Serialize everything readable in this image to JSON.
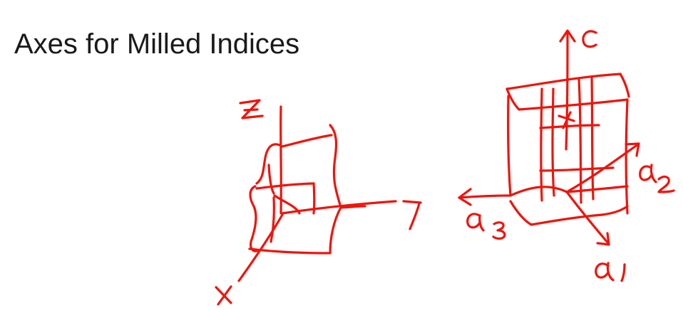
{
  "slide": {
    "title": "Axes for Milled Indices"
  },
  "annotations": {
    "ink_color": "#f0140c",
    "cubic": {
      "labels": {
        "x": "X",
        "y": "Y",
        "z": "Z"
      }
    },
    "hexagonal": {
      "labels": {
        "c": "c",
        "a1": "a1",
        "a2": "a2",
        "a3": "a3"
      }
    }
  }
}
